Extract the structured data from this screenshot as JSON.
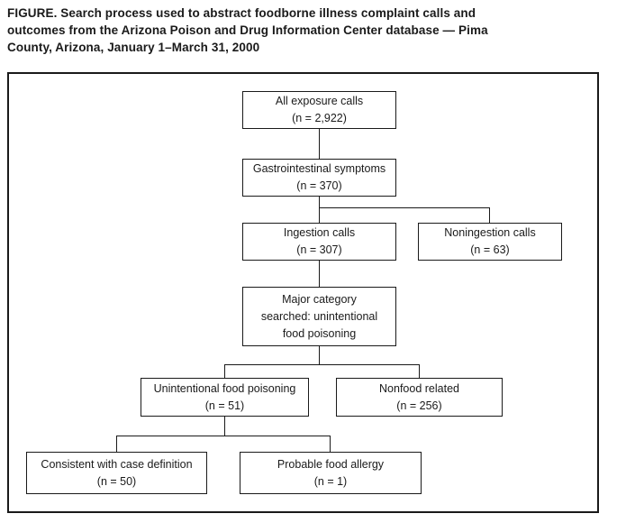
{
  "title": "FIGURE. Search process used to abstract foodborne illness complaint calls and\noutcomes from the Arizona Poison and Drug Information Center database — Pima\nCounty, Arizona, January 1–March 31, 2000",
  "nodes": {
    "all_exposure_calls": "All exposure calls\n(n = 2,922)",
    "gastrointestinal_symptoms": "Gastrointestinal symptoms\n(n = 370)",
    "ingestion_calls": "Ingestion calls\n(n = 307)",
    "noningestion_calls": "Noningestion calls\n(n = 63)",
    "major_category_searched": "Major category\nsearched: unintentional\nfood poisoning",
    "unintentional_food_poisoning": "Unintentional food poisoning\n(n = 51)",
    "nonfood_related": "Nonfood related\n(n = 256)",
    "consistent_with_case_definition": "Consistent with case definition\n(n = 50)",
    "probable_food_allergy": "Probable food allergy\n(n = 1)"
  },
  "colors": {
    "ink": "#1a1a1a",
    "background": "#ffffff"
  }
}
